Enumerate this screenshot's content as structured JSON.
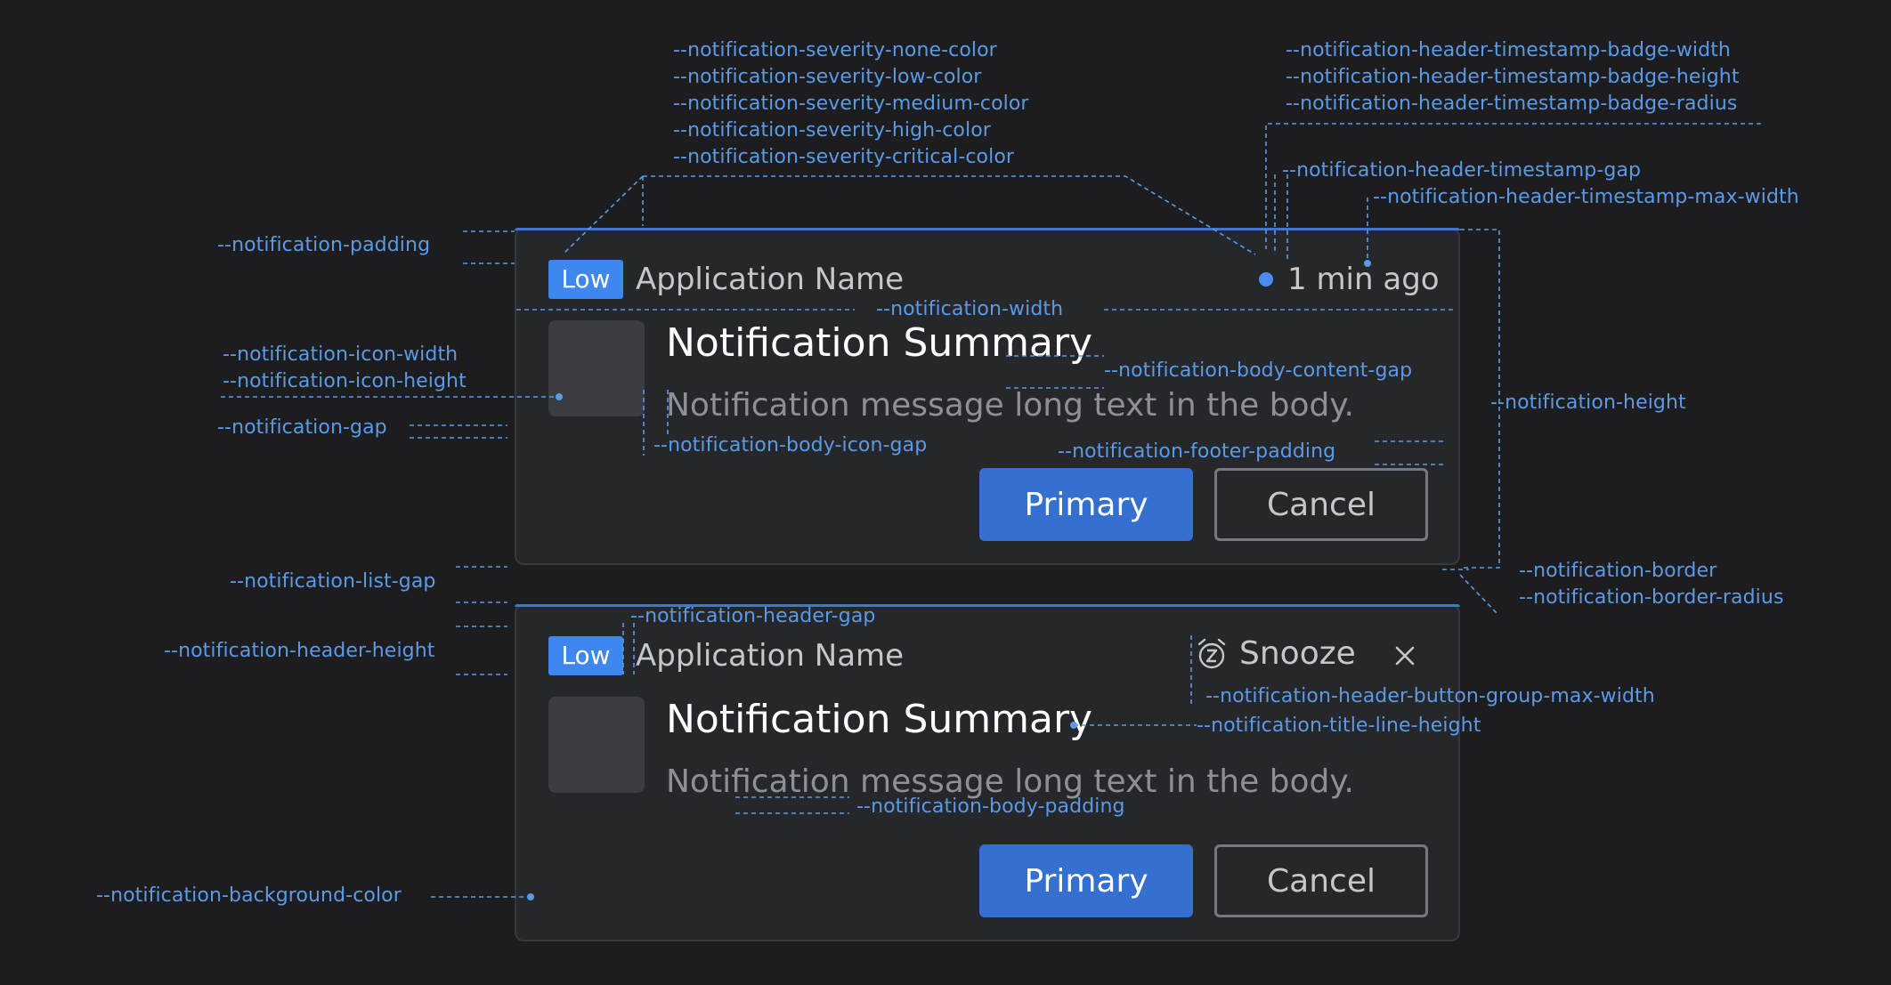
{
  "cards": [
    {
      "severity": "Low",
      "app_name": "Application Name",
      "timestamp": "1 min ago",
      "title": "Notification Summary",
      "message": "Notification message long text in the body.",
      "primary_label": "Primary",
      "cancel_label": "Cancel"
    },
    {
      "severity": "Low",
      "app_name": "Application Name",
      "snooze_label": "Snooze",
      "title": "Notification Summary",
      "message": "Notification message long text in the body.",
      "primary_label": "Primary",
      "cancel_label": "Cancel"
    }
  ],
  "annotations": {
    "severity_none": "--notification-severity-none-color",
    "severity_low": "--notification-severity-low-color",
    "severity_medium": "--notification-severity-medium-color",
    "severity_high": "--notification-severity-high-color",
    "severity_critical": "--notification-severity-critical-color",
    "ts_badge_width": "--notification-header-timestamp-badge-width",
    "ts_badge_height": "--notification-header-timestamp-badge-height",
    "ts_badge_radius": "--notification-header-timestamp-badge-radius",
    "ts_gap": "--notification-header-timestamp-gap",
    "ts_max_width": "--notification-header-timestamp-max-width",
    "padding": "--notification-padding",
    "width": "--notification-width",
    "icon_width": "--notification-icon-width",
    "icon_height": "--notification-icon-height",
    "body_content_gap": "--notification-body-content-gap",
    "height": "--notification-height",
    "gap": "--notification-gap",
    "body_icon_gap": "--notification-body-icon-gap",
    "footer_padding": "--notification-footer-padding",
    "border": "--notification-border",
    "border_radius": "--notification-border-radius",
    "list_gap": "--notification-list-gap",
    "header_gap": "--notification-header-gap",
    "header_height": "--notification-header-height",
    "header_button_group_max_width": "--notification-header-button-group-max-width",
    "title_line_height": "--notification-title-line-height",
    "body_padding": "--notification-body-padding",
    "background_color": "--notification-background-color"
  },
  "colors": {
    "page_background": "#1d1d1f",
    "card_background": "#25272b",
    "accent": "#3d87ee",
    "primary_button": "#356fd0",
    "annotation": "#5a9ae6"
  },
  "icons": {
    "snooze": "alarm-clock-z-icon",
    "close": "close-x-icon",
    "app_icon": "placeholder-square-icon"
  }
}
